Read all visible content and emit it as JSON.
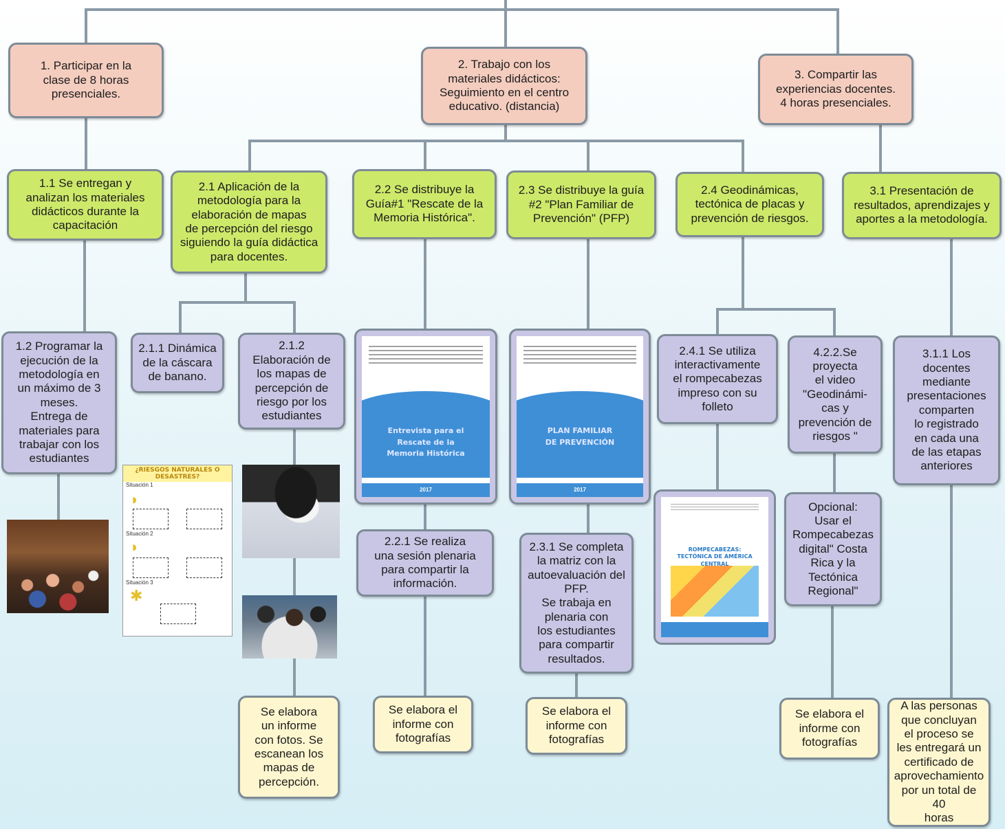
{
  "level1": {
    "b1": "1. Participar en la\nclase de 8 horas\npresenciales.",
    "b2": "2. Trabajo con los\nmateriales didácticos:\nSeguimiento en el centro\neducativo. (distancia)",
    "b3": "3. Compartir las\nexperiencias docentes.\n4 horas presenciales."
  },
  "level2": {
    "b11": "1.1  Se entregan y\nanalizan los materiales\ndidácticos durante la\ncapacitación",
    "b21": "2.1 Aplicación de la\nmetodología para la\nelaboración de mapas\nde percepción del riesgo\nsiguiendo la guía didáctica\npara docentes.",
    "b22": "2.2 Se distribuye la\nGuía#1 \"Rescate de la\nMemoria Histórica\".",
    "b23": "2.3 Se distribuye la guía\n#2 \"Plan Familiar de\nPrevención\" (PFP)",
    "b24": "2.4 Geodinámicas,\ntectónica de placas y\nprevención de riesgos.",
    "b31": "3.1 Presentación de\nresultados, aprendizajes y\naportes a la metodología."
  },
  "level3": {
    "b12": "1.2 Programar la\nejecución de la\nmetodología en\nun máximo de 3\nmeses.\nEntrega de\nmateriales para\ntrabajar con los\nestudiantes",
    "b211": "2.1.1 Dinámica\nde la cáscara\nde banano.",
    "b212": "2.1.2\nElaboración de\nlos mapas de\npercepción de\nriesgo por los\nestudiantes",
    "b241": "2.4.1 Se utiliza\ninteractivamente\nel rompecabezas\nimpreso con su\nfolleto",
    "b422": "4.2.2.Se\nproyecta\nel video\n\"Geodinámi-\ncas y\nprevención de\nriesgos \"",
    "b311": "3.1.1 Los\ndocentes\nmediante\npresentaciones\ncomparten\nlo registrado\nen cada una\nde las etapas\nanteriores"
  },
  "level4": {
    "b221": "2.2.1 Se realiza\nuna sesión plenaria\npara compartir la\ninformación.",
    "b231": "2.3.1 Se completa\nla matriz con la\nautoevaluación del\nPFP.\nSe trabaja en\nplenaria con\nlos estudiantes\npara compartir\nresultados.",
    "opcional": "Opcional:\nUsar el\nRompecabezas\ndigital\" Costa\nRica y la\nTectónica\nRegional\""
  },
  "reports": {
    "r21": "Se elabora\nun informe\ncon fotos. Se\nescanean los\nmapas de\npercepción.",
    "r22": "Se elabora el\ninforme con\nfotografías",
    "r23": "Se elabora el\ninforme con\nfotografías",
    "r24": "Se elabora el\ninforme con\nfotografías",
    "r31": "A las personas\nque concluyan\nel proceso se\nles entregará un\ncertificado de\naprovechamiento\npor un total de 40\nhoras"
  },
  "images": {
    "cover1_title": "Entrevista para el\nRescate de la\nMemoria Histórica",
    "cover1_year": "2017",
    "cover2_title": "PLAN FAMILIAR\nDE PREVENCIÓN",
    "cover2_year": "2017",
    "worksheet_title": "¿RIESGOS NATURALES O DESASTRES?",
    "worksheet_s1": "Situación 1",
    "worksheet_s2": "Situación 2",
    "worksheet_s3": "Situación 3",
    "puzzle_title": "ROMPECABEZAS:\nTECTÓNICA DE AMÉRICA\nCENTRAL"
  },
  "colors": {
    "pink": "#f4cdbf",
    "green": "#cde96a",
    "lavender": "#c8c6e4",
    "cream": "#fdf6cf",
    "connector": "#8a9aa6"
  }
}
